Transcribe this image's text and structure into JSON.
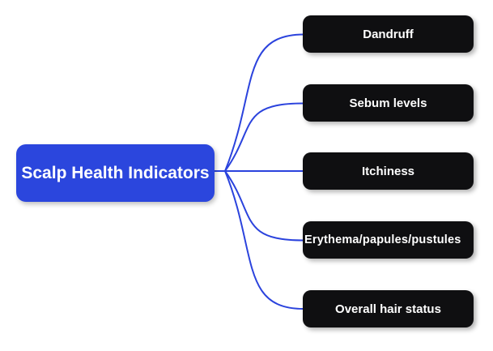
{
  "diagram": {
    "type": "mindmap",
    "root": {
      "label": "Scalp Health Indicators"
    },
    "branches": [
      {
        "label": "Dandruff"
      },
      {
        "label": "Sebum levels"
      },
      {
        "label": "Itchiness"
      },
      {
        "label": "Erythema/papules/pustules"
      },
      {
        "label": "Overall hair status"
      }
    ],
    "colors": {
      "root_fill": "#2b46dd",
      "root_text": "#ffffff",
      "branch_fill": "#0f0f11",
      "branch_text": "#ffffff",
      "connector": "#2b43dd",
      "background": "#ffffff"
    }
  }
}
